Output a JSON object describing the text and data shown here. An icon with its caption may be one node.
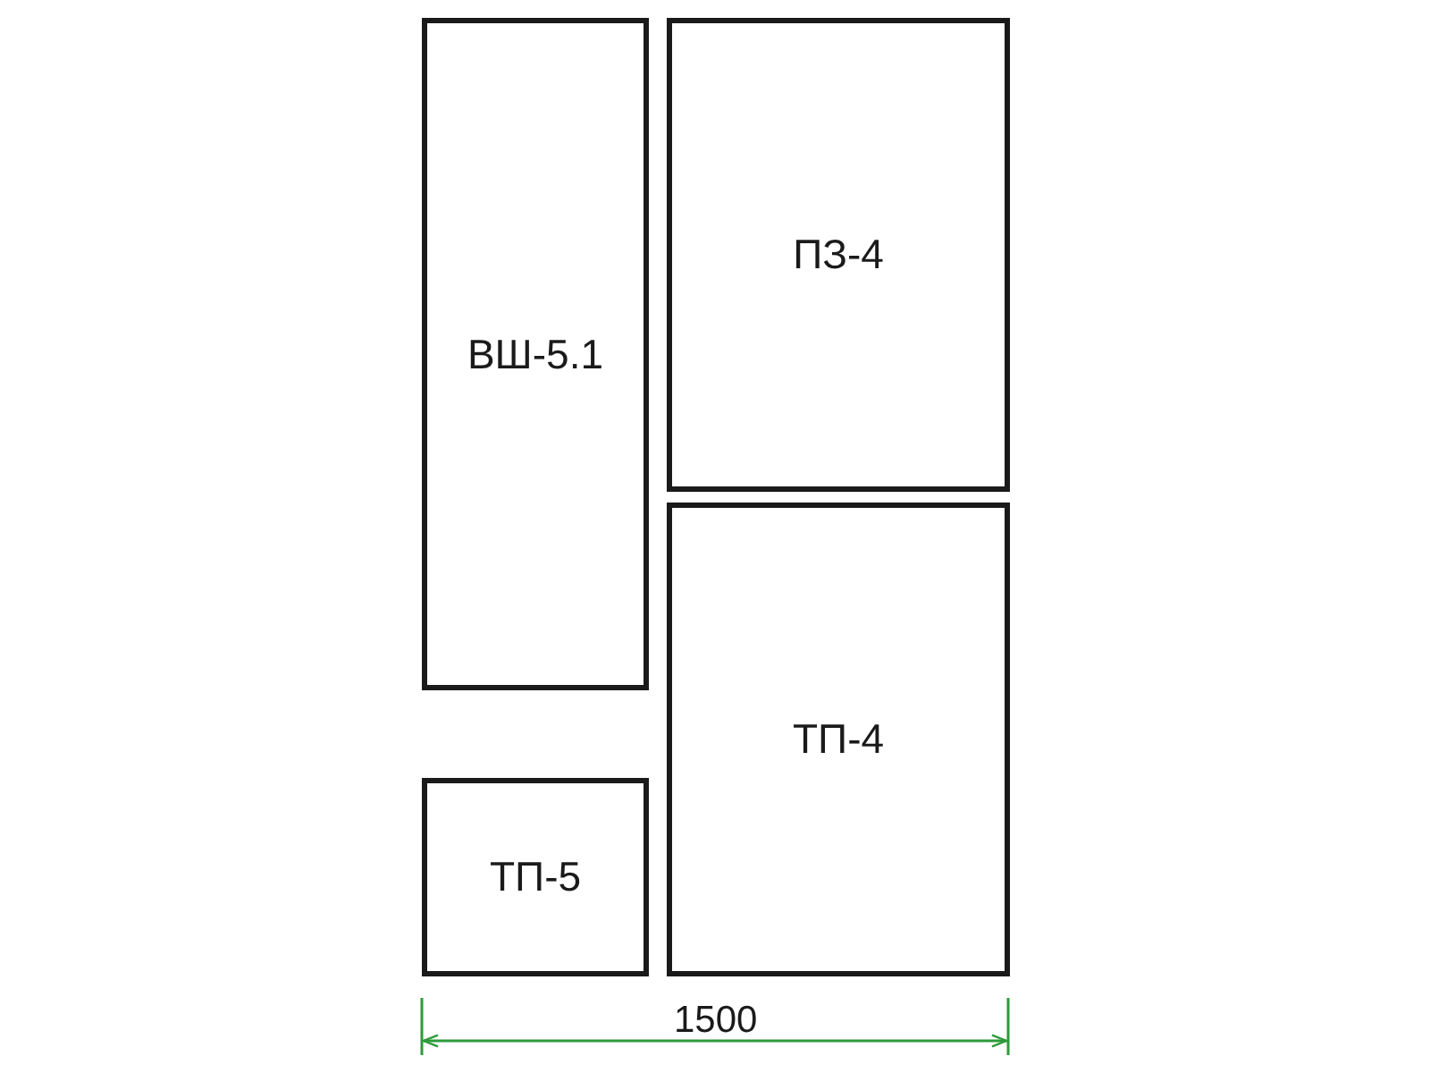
{
  "diagram": {
    "nodes": [
      {
        "text": [
          "ВШ-5.1"
        ]
      },
      {
        "text": [
          "ПЗ-4"
        ]
      },
      {
        "text": [
          "ТП-4"
        ]
      },
      {
        "text": [
          "ТП-5"
        ]
      }
    ],
    "labels": [
      "1500"
    ]
  }
}
